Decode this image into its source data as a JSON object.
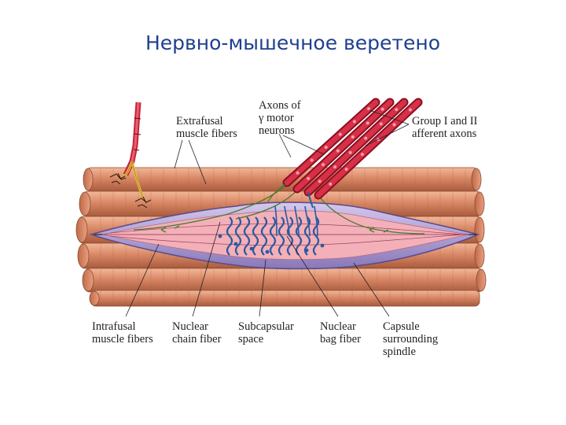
{
  "slide": {
    "title": "Нервно-мышечное веретено"
  },
  "labels": {
    "extrafusal": "Extrafusal\nmuscle fibers",
    "gamma_axons": "Axons of\nγ motor\nneurons",
    "afferent": "Group I and II\nafferent axons",
    "intrafusal": "Intrafusal\nmuscle fibers",
    "nuclear_chain": "Nuclear\nchain fiber",
    "subcapsular": "Subcapsular\nspace",
    "nuclear_bag": "Nuclear\nbag fiber",
    "capsule": "Capsule\nsurrounding\nspindle"
  },
  "colors": {
    "title": "#1f3f8f",
    "muscle_fill": "#d98866",
    "muscle_edge": "#8a4a30",
    "capsule_fill": "#b8a8d8",
    "capsule_edge": "#6a5a9a",
    "intrafusal_fill": "#f0a8b0",
    "axon_red": "#c8233a",
    "nerve_yellow": "#e8c040",
    "afferent_blue": "#2a5aa0",
    "gamma_green": "#4a7a30"
  }
}
